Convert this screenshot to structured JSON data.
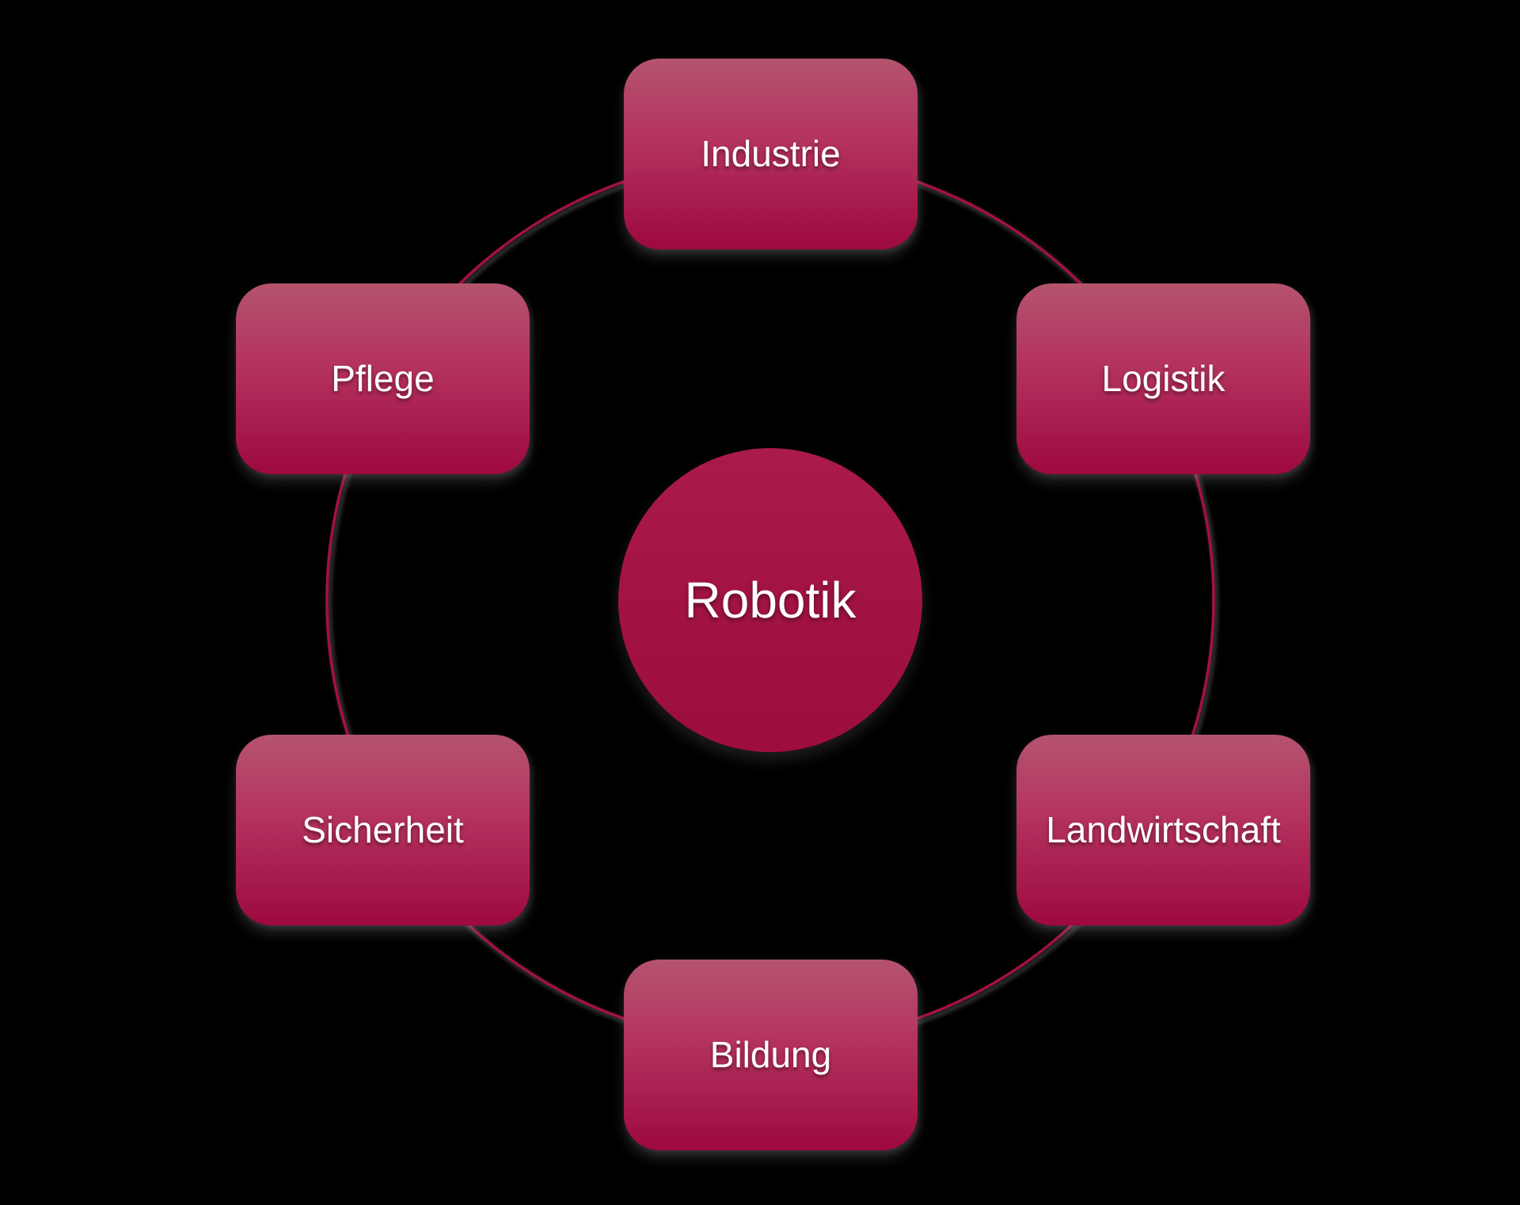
{
  "diagram": {
    "type": "radial-cycle",
    "center": {
      "label": "Robotik"
    },
    "nodes": [
      {
        "label": "Industrie",
        "position": "top"
      },
      {
        "label": "Logistik",
        "position": "upper-right"
      },
      {
        "label": "Landwirtschaft",
        "position": "lower-right"
      },
      {
        "label": "Bildung",
        "position": "bottom"
      },
      {
        "label": "Sicherheit",
        "position": "lower-left"
      },
      {
        "label": "Pflege",
        "position": "upper-left"
      }
    ],
    "colors": {
      "background": "#000000",
      "node_gradient_top": "#b4546e",
      "node_gradient_mid": "#b43360",
      "node_gradient_bottom": "#9d0940",
      "center_circle": "#a31444",
      "ring_line": "#a50f47",
      "text": "#ffffff"
    }
  }
}
